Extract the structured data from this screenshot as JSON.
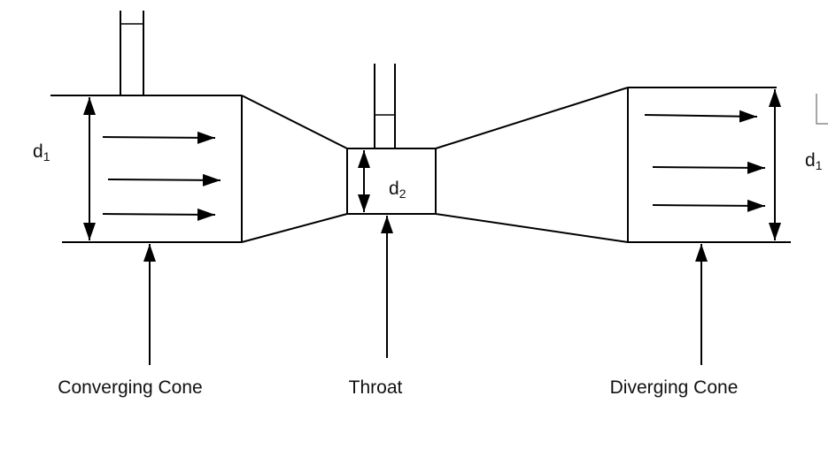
{
  "labels": {
    "converging": "Converging Cone",
    "throat": "Throat",
    "diverging": "Diverging Cone"
  },
  "dimensions": {
    "inlet": {
      "symbol": "d",
      "subscript": "1"
    },
    "throat": {
      "symbol": "d",
      "subscript": "2"
    },
    "outlet": {
      "symbol": "d",
      "subscript": "1"
    }
  },
  "colors": {
    "stroke": "#000000",
    "text": "#111111",
    "background": "#ffffff"
  }
}
